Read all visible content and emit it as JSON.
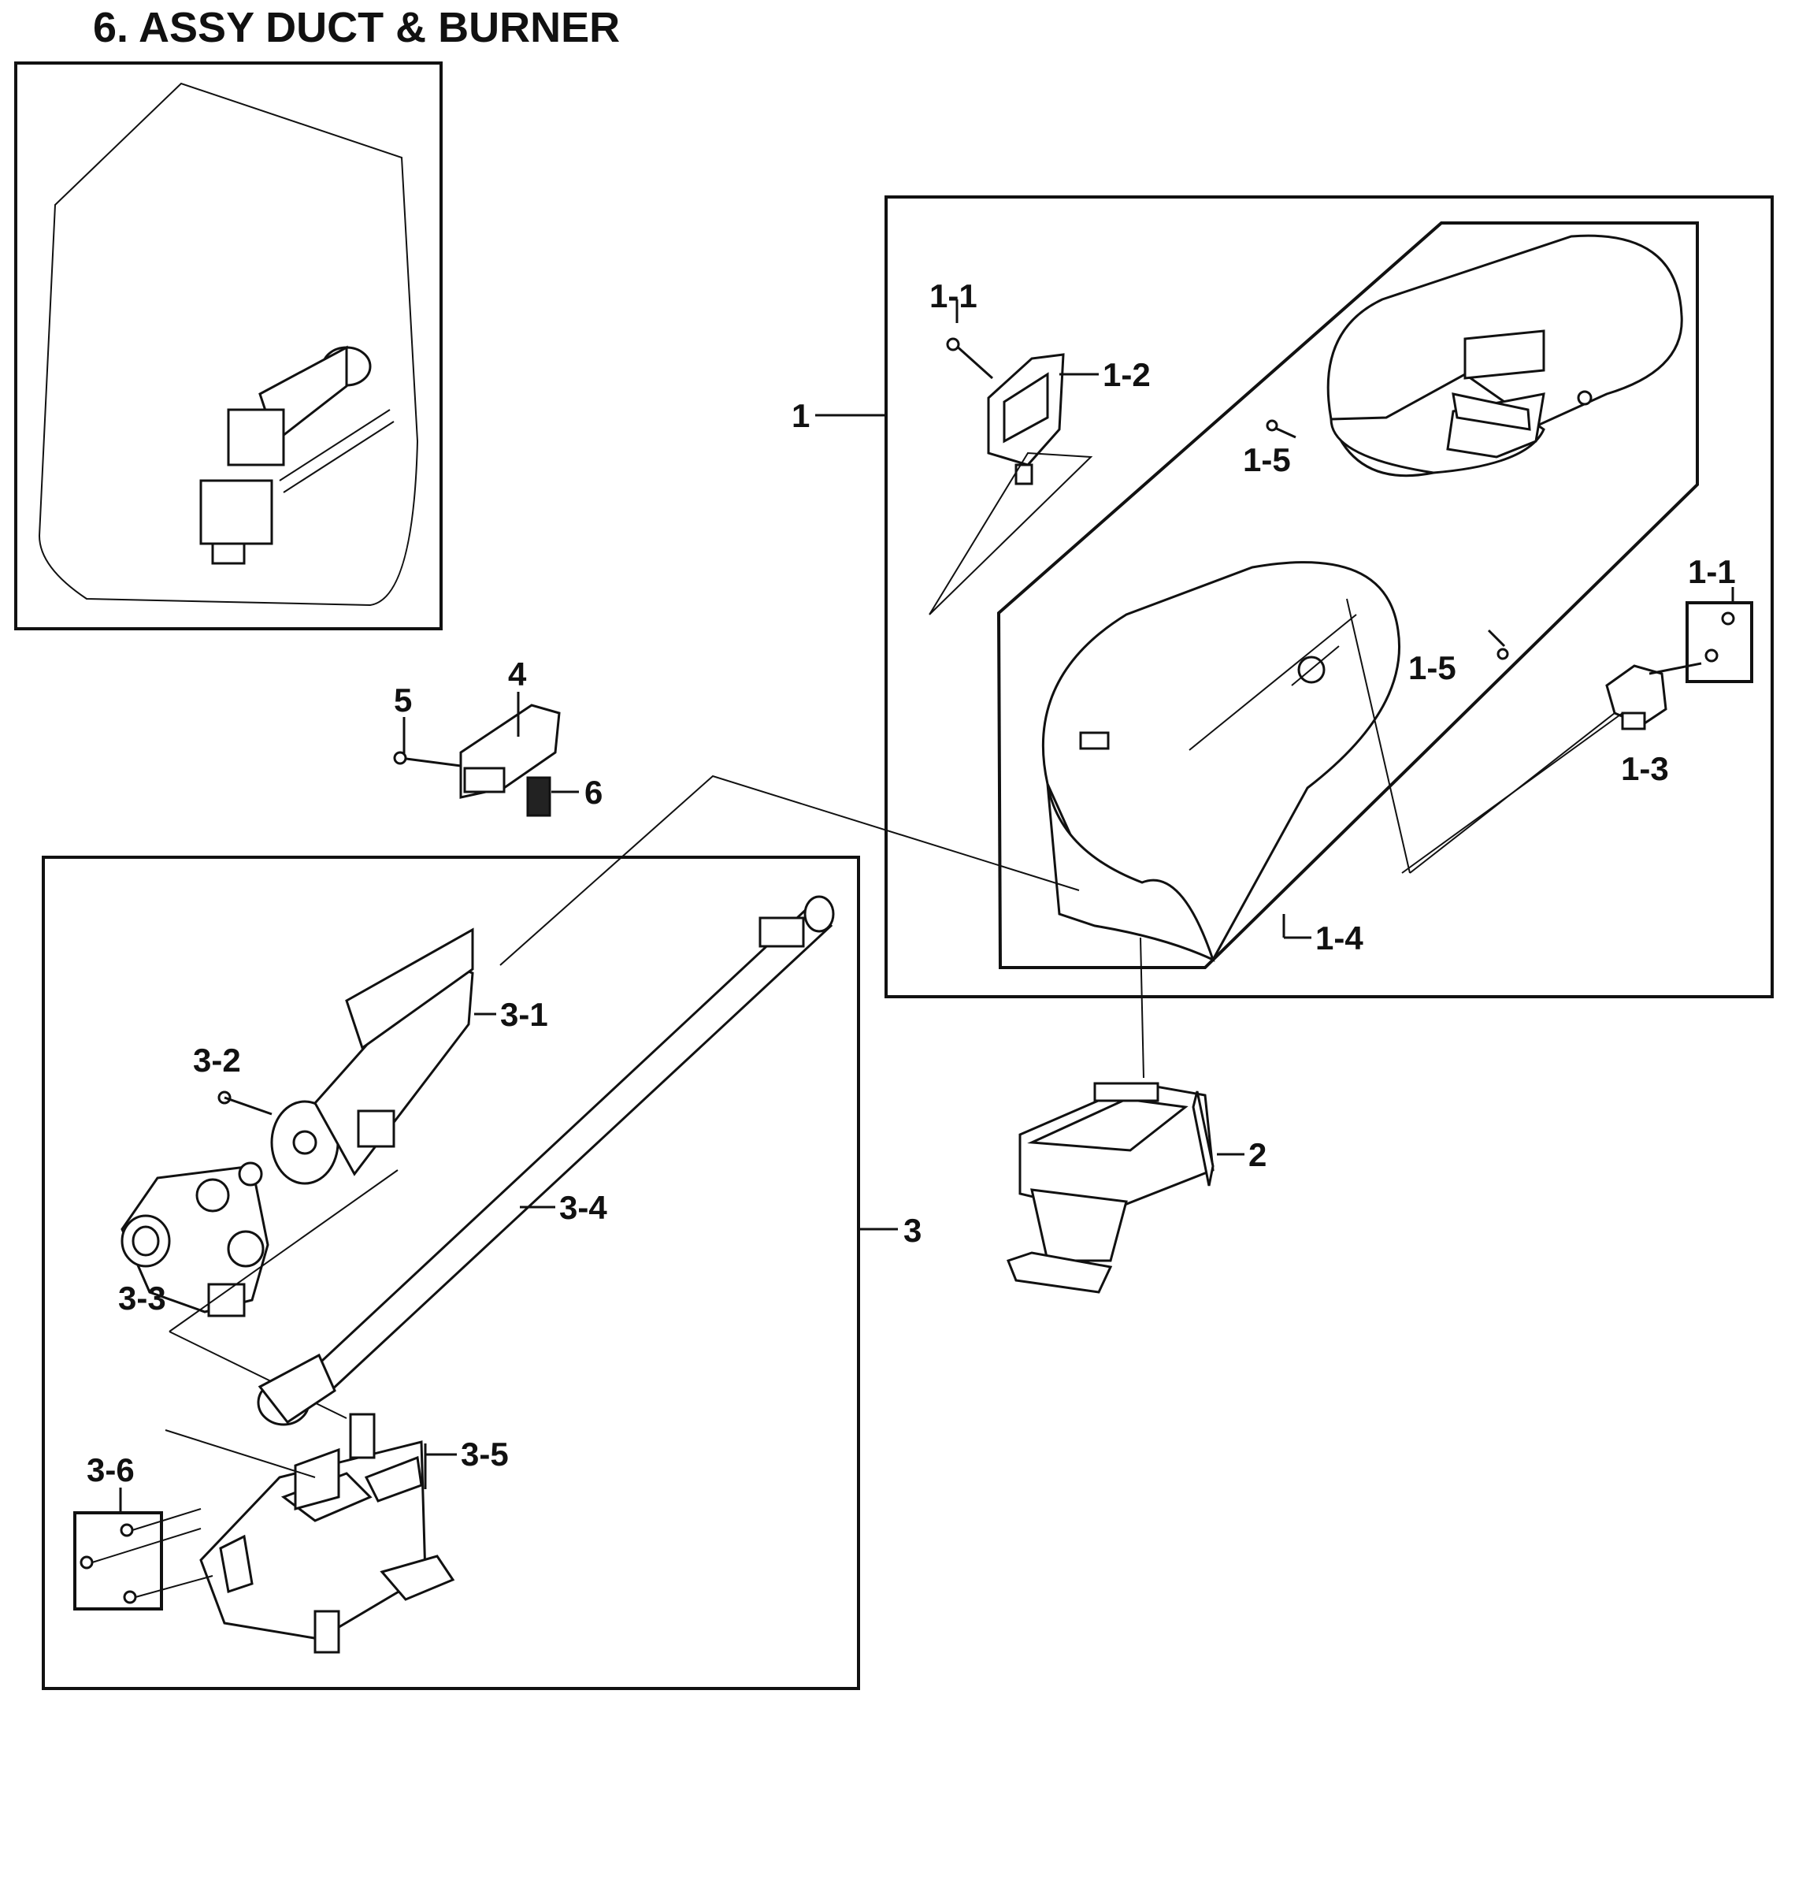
{
  "title": "6. ASSY DUCT & BURNER",
  "callouts": {
    "c1": "1",
    "c1_1a": "1-1",
    "c1_2": "1-2",
    "c1_5a": "1-5",
    "c1_5b": "1-5",
    "c1_1b": "1-1",
    "c1_3": "1-3",
    "c1_4": "1-4",
    "c2": "2",
    "c3": "3",
    "c3_1": "3-1",
    "c3_2": "3-2",
    "c3_3": "3-3",
    "c3_4": "3-4",
    "c3_5": "3-5",
    "c3_6": "3-6",
    "c4": "4",
    "c5": "5",
    "c6": "6"
  }
}
